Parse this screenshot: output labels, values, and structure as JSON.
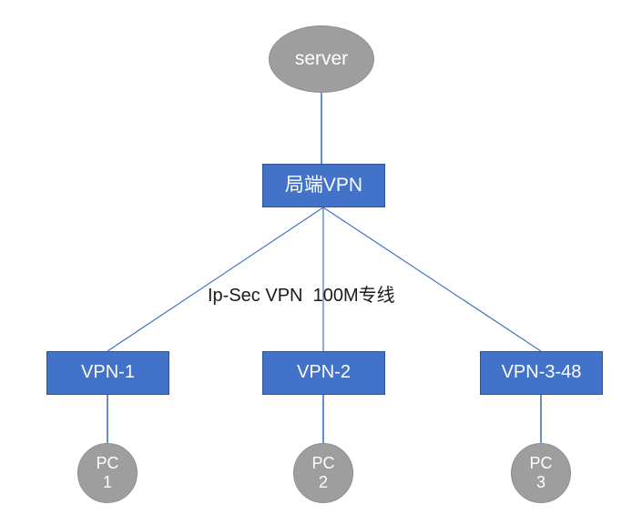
{
  "diagram": {
    "type": "network-topology",
    "background_color": "#ffffff",
    "palette": {
      "box_fill": "#4273c8",
      "box_border": "#2f5597",
      "ellipse_fill": "#9e9e9e",
      "ellipse_border": "#8f8f8f",
      "edge_color": "#4273c8",
      "node_text": "#ffffff",
      "label_text": "#1a1a1a"
    },
    "nodes": {
      "server": {
        "label": "server",
        "shape": "ellipse"
      },
      "vpn_core": {
        "label": "局端VPN",
        "shape": "rectangle"
      },
      "vpn_leaves": [
        {
          "label": "VPN-1",
          "shape": "rectangle"
        },
        {
          "label": "VPN-2",
          "shape": "rectangle"
        },
        {
          "label": "VPN-3-48",
          "shape": "rectangle"
        }
      ],
      "pcs": [
        {
          "line1": "PC",
          "line2": "1",
          "shape": "ellipse"
        },
        {
          "line1": "PC",
          "line2": "2",
          "shape": "ellipse"
        },
        {
          "line1": "PC",
          "line2": "3",
          "shape": "ellipse"
        }
      ]
    },
    "edges": {
      "fanout_label": "Ip-Sec VPN  100M专线"
    }
  }
}
